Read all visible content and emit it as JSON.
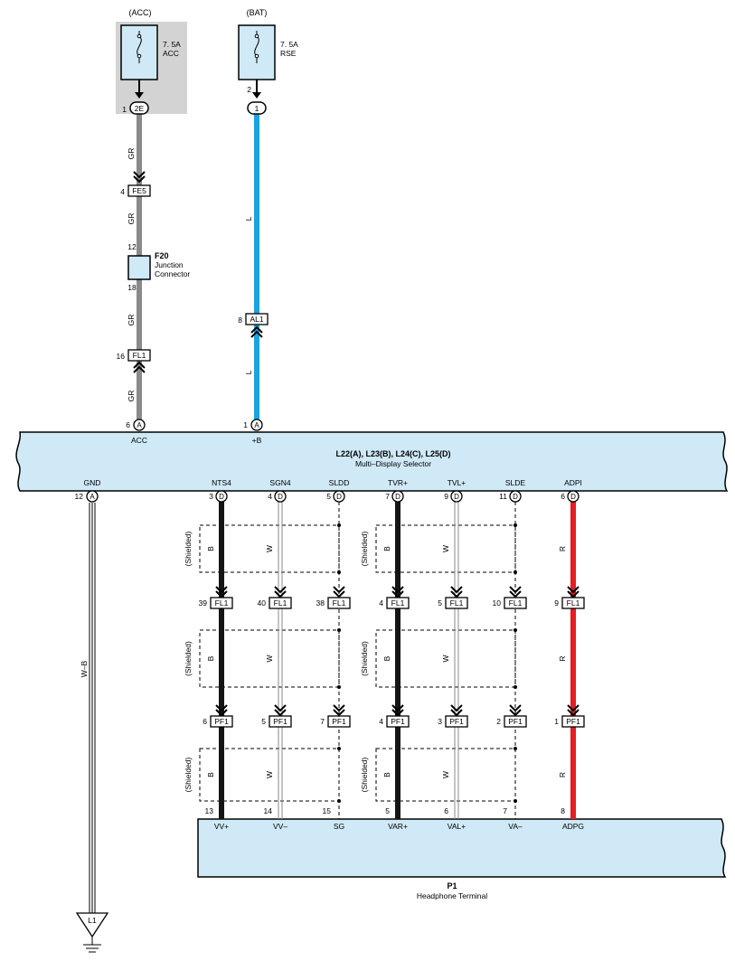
{
  "colors": {
    "gray_wire": "#8a8a8a",
    "blue_wire": "#1aa3e0",
    "black_wire": "#151515",
    "red_wire": "#e31e24",
    "box_fill": "#cfe9f6",
    "acc_bg": "#d3d3d3"
  },
  "fuses": [
    {
      "source": "(ACC)",
      "rating": "7. 5A",
      "name": "ACC",
      "pin": "1",
      "connector": "2E"
    },
    {
      "source": "(BAT)",
      "rating": "7. 5A",
      "name": "RSE",
      "pin": "2",
      "connector": "1"
    }
  ],
  "acc_wire": {
    "color_labels": [
      "GR",
      "GR",
      "GR",
      "GR"
    ],
    "fe5": {
      "pin": "4",
      "name": "FE5"
    },
    "junction": {
      "code": "F20",
      "line1": "Junction",
      "line2": "Connector",
      "pin_top": "12",
      "pin_bottom": "18"
    },
    "fl1": {
      "pin": "16",
      "name": "FL1"
    }
  },
  "bat_wire": {
    "color_labels": [
      "L",
      "L"
    ],
    "al1": {
      "pin": "8",
      "name": "AL1"
    }
  },
  "selector": {
    "title": "L22(A), L23(B), L24(C), L25(D)",
    "subtitle": "Multi–Display Selector",
    "top_pins": [
      {
        "pin": "6",
        "conn": "A",
        "label": "ACC"
      },
      {
        "pin": "1",
        "conn": "A",
        "label": "+B"
      }
    ],
    "gnd": {
      "pin": "12",
      "conn": "A",
      "label": "GND"
    }
  },
  "signals": [
    {
      "label": "NTS4",
      "pin": "3",
      "conn": "D",
      "fl1": "39",
      "pf1": "6",
      "p1_pin": "13",
      "p1_label": "VV+",
      "wire": "B"
    },
    {
      "label": "SGN4",
      "pin": "4",
      "conn": "D",
      "fl1": "40",
      "pf1": "5",
      "p1_pin": "14",
      "p1_label": "VV–",
      "wire": "W"
    },
    {
      "label": "SLDD",
      "pin": "5",
      "conn": "D",
      "fl1": "38",
      "pf1": "7",
      "p1_pin": "15",
      "p1_label": "SG",
      "wire": ""
    },
    {
      "label": "TVR+",
      "pin": "7",
      "conn": "D",
      "fl1": "4",
      "pf1": "4",
      "p1_pin": "5",
      "p1_label": "VAR+",
      "wire": "B"
    },
    {
      "label": "TVL+",
      "pin": "9",
      "conn": "D",
      "fl1": "5",
      "pf1": "3",
      "p1_pin": "6",
      "p1_label": "VAL+",
      "wire": "W"
    },
    {
      "label": "SLDE",
      "pin": "11",
      "conn": "D",
      "fl1": "10",
      "pf1": "2",
      "p1_pin": "7",
      "p1_label": "VA–",
      "wire": ""
    },
    {
      "label": "ADPI",
      "pin": "6",
      "conn": "D",
      "fl1": "9",
      "pf1": "1",
      "p1_pin": "8",
      "p1_label": "ADPG",
      "wire": "R"
    }
  ],
  "connector_names": {
    "fl1": "FL1",
    "pf1": "PF1"
  },
  "shielded_label": "(Shielded)",
  "gnd_wire_label": "W–B",
  "ground": {
    "name": "L1"
  },
  "headphone": {
    "code": "P1",
    "name": "Headphone Terminal"
  }
}
